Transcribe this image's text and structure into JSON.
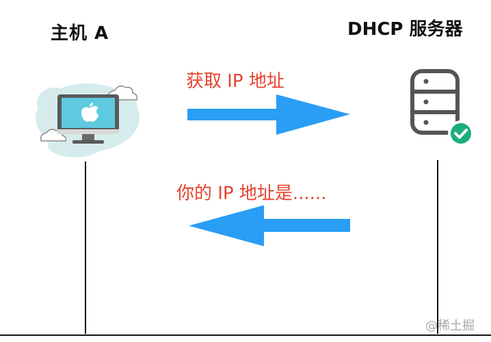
{
  "nodes": {
    "host": {
      "label": "主机 A",
      "icon": "computer-icon"
    },
    "server": {
      "label": "DHCP 服务器",
      "icon": "database-server-icon",
      "status_icon": "check-icon"
    }
  },
  "messages": [
    {
      "text": "获取 IP 地址",
      "direction": "host-to-server"
    },
    {
      "text": "你的 IP 地址是......",
      "direction": "server-to-host"
    }
  ],
  "watermark": "@稀土掘",
  "colors": {
    "arrow": "#2a9df4",
    "message_text": "#e5442f",
    "check_badge": "#1aaf7b",
    "icon_stroke": "#555555",
    "cloud": "#cfe8e8"
  }
}
